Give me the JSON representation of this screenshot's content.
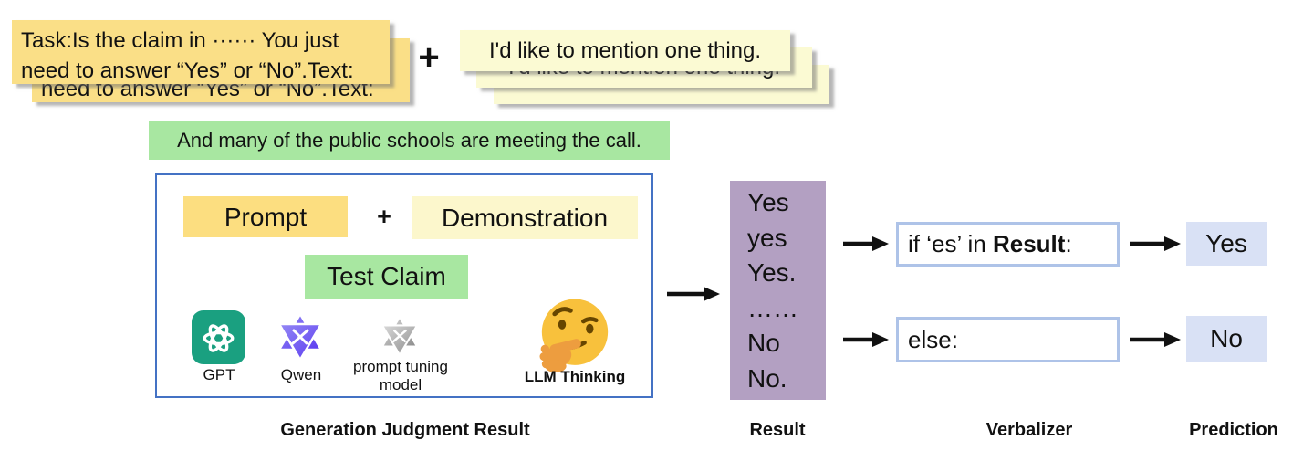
{
  "colors": {
    "note-gold": "#FADF87",
    "note-pale": "#FBFAD3",
    "chip-orange": "#FCDE80",
    "chip-paleyellow": "#FCF7CC",
    "chip-green": "#A8E7A1",
    "box-border-blue": "#4472C4",
    "result-purple": "#B3A0C2",
    "verbalizer-border": "#AEC3E8",
    "prediction-bg": "#D9E1F5",
    "gpt-green": "#1AA080",
    "qwen-purple": "#6C47F5",
    "emoji-yellow": "#F8C13C",
    "arrow-black": "#111111"
  },
  "prompt_note": {
    "line1": "Task:Is the claim in ······ You just",
    "line2": "need to answer “Yes” or “No”.Text:"
  },
  "plus_sign": "+",
  "demo_note": {
    "text": "I'd like to mention one thing."
  },
  "claim_bar": {
    "text": "And many of the public schools are meeting the call."
  },
  "generation_box": {
    "prompt_label": "Prompt",
    "plus": "+",
    "demonstration_label": "Demonstration",
    "test_claim_label": "Test Claim",
    "models": [
      {
        "name": "GPT",
        "icon": "gpt-logo"
      },
      {
        "name": "Qwen",
        "icon": "qwen-logo"
      },
      {
        "name": "prompt tuning model",
        "icon": "prompt-tuning-model-logo"
      },
      {
        "name": "LLM Thinking",
        "icon": "thinking-emoji"
      }
    ]
  },
  "result_box": {
    "lines": [
      "Yes",
      "yes",
      "Yes.",
      "……",
      "No",
      "No."
    ]
  },
  "verbalizer": {
    "if_rule": {
      "prefix": "if ‘es’ in ",
      "bold": "Result",
      "suffix": ":"
    },
    "else_rule": "else:"
  },
  "prediction": {
    "yes": "Yes",
    "no": "No"
  },
  "captions": {
    "generation": "Generation Judgment Result",
    "result": "Result",
    "verbalizer": "Verbalizer",
    "prediction": "Prediction"
  }
}
